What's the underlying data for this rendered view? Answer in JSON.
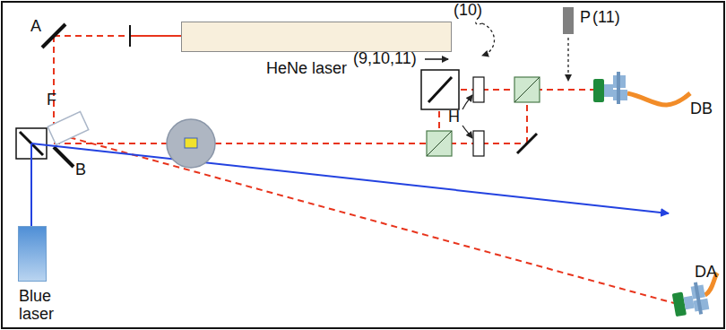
{
  "diagram": {
    "nodes": [
      {
        "text": [
          "HeNe laser"
        ]
      },
      {
        "text": [
          "Blue laser"
        ]
      }
    ],
    "labels": [
      "A",
      "F",
      "B",
      "(10)",
      "(9,10,11)",
      "P",
      "(11)",
      "H",
      "DB",
      "DA"
    ]
  }
}
